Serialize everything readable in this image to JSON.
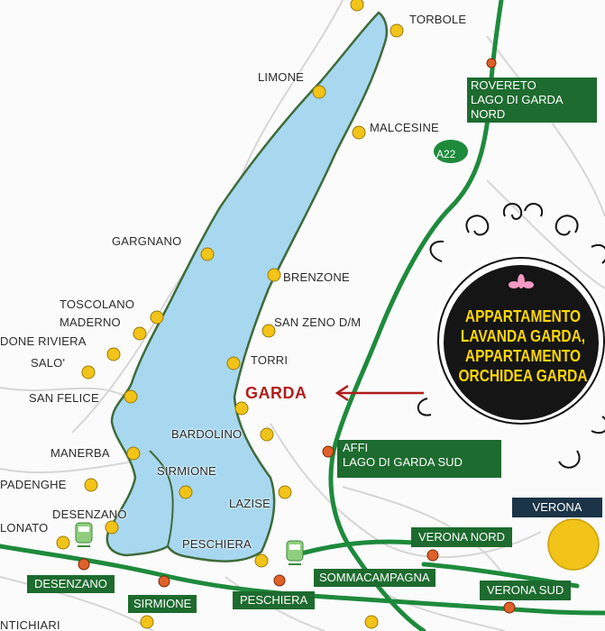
{
  "map": {
    "lake_color": "#a8d8ef",
    "road_color": "#1e8a3c",
    "route_color": "#b11d1d",
    "town_dot_color": "#f2c318",
    "exit_dot_color": "#e0602a"
  },
  "towns": {
    "torbole": "TORBOLE",
    "limone": "LIMONE",
    "malcesine": "MALCESINE",
    "gargnano": "GARGNANO",
    "brenzone": "BRENZONE",
    "toscolano": "TOSCOLANO",
    "maderno": "MADERNO",
    "san_zeno": "SAN ZENO D/M",
    "gardone": "DONE RIVIERA",
    "salo": "SALO'",
    "torri": "TORRI",
    "san_felice": "SAN FELICE",
    "bardolino": "BARDOLINO",
    "manerba": "MANERBA",
    "sirmione_lake": "SIRMIONE",
    "padenghe": "PADENGHE",
    "lazise": "LAZISE",
    "desenzano_lake": "DESENZANO",
    "lonato": "LONATO",
    "peschiera_lake": "PESCHIERA",
    "montichiari": "NTICHIARI"
  },
  "exits": {
    "rovereto": "ROVERETO\nLAGO DI GARDA\nNORD",
    "affi": "AFFI\nLAGO DI GARDA SUD",
    "verona_nord": "VERONA NORD",
    "verona_sud": "VERONA SUD",
    "desenzano": "DESENZANO",
    "sirmione": "SIRMIONE",
    "peschiera": "PESCHIERA",
    "sommacampagna": "SOMMACAMPAGNA",
    "verona_city": "VERONA"
  },
  "highway": "A22",
  "destination": "GARDA",
  "promo": {
    "line1": "APPARTAMENTO",
    "line2": "LAVANDA GARDA,",
    "line3": "APPARTAMENTO",
    "line4": "ORCHIDEA GARDA"
  }
}
